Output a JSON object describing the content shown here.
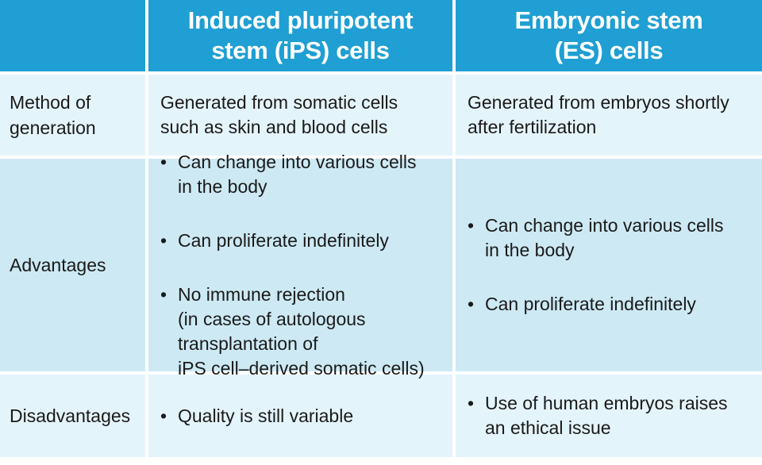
{
  "header": {
    "col1": "",
    "col2": "Induced pluripotent\nstem (iPS) cells",
    "col3": "Embryonic stem\n(ES) cells"
  },
  "rows": [
    {
      "label": "Method of\ngeneration",
      "ips": "Generated from somatic cells\nsuch as skin and blood cells",
      "es": "Generated from embryos shortly\nafter fertilization"
    },
    {
      "label": "Advantages",
      "ips": [
        "Can change into various cells\nin the body",
        "Can proliferate indefinitely",
        "No immune rejection\n(in cases of autologous\ntransplantation of\niPS cell–derived somatic cells)"
      ],
      "es": [
        "Can change into various cells\nin the body",
        "Can proliferate indefinitely"
      ]
    },
    {
      "label": "Disadvantages",
      "ips": [
        "Quality is still variable"
      ],
      "es": [
        "Use of human embryos raises\nan ethical issue"
      ]
    }
  ],
  "colors": {
    "header_bg": "#1f9fd3",
    "row_light": "#e4f4fb",
    "row_dark": "#cde9f4"
  }
}
